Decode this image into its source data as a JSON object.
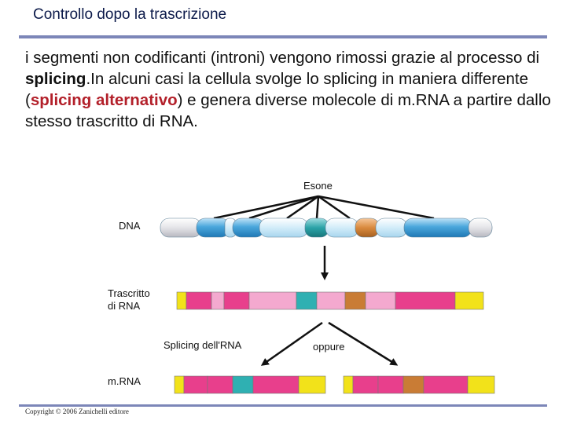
{
  "slide": {
    "title": "Controllo dopo la trascrizione",
    "text_pre": "i segmenti non codificanti (introni) vengono rimossi grazie al processo di ",
    "text_bold": "splicing",
    "text_mid": ".In alcuni casi la cellula svolge lo splicing in maniera differente (",
    "text_red": "splicing alternativo",
    "text_post": ") e genera diverse molecole di m.RNA a partire dallo stesso trascritto di RNA.",
    "copyright": "Copyright © 2006 Zanichelli editore"
  },
  "diagram": {
    "exon_label": "Esone",
    "dna_label": "DNA",
    "transcript_label_1": "Trascritto",
    "transcript_label_2": "di RNA",
    "splicing_label": "Splicing dell'RNA",
    "oppure_label": "oppure",
    "mrna_label": "m.RNA"
  },
  "colors": {
    "exon_blue": "#4aa7dc",
    "exon_teal": "#2ba3a8",
    "exon_orange": "#d98a3e",
    "rna_yellow": "#f2e21a",
    "rna_magenta": "#e83f8c",
    "rna_pink": "#f4a9cf",
    "rna_teal": "#2fb0b2",
    "rna_brown": "#c97c35",
    "title_color": "#0c1a4a",
    "rule_color": "#7c86b8"
  }
}
